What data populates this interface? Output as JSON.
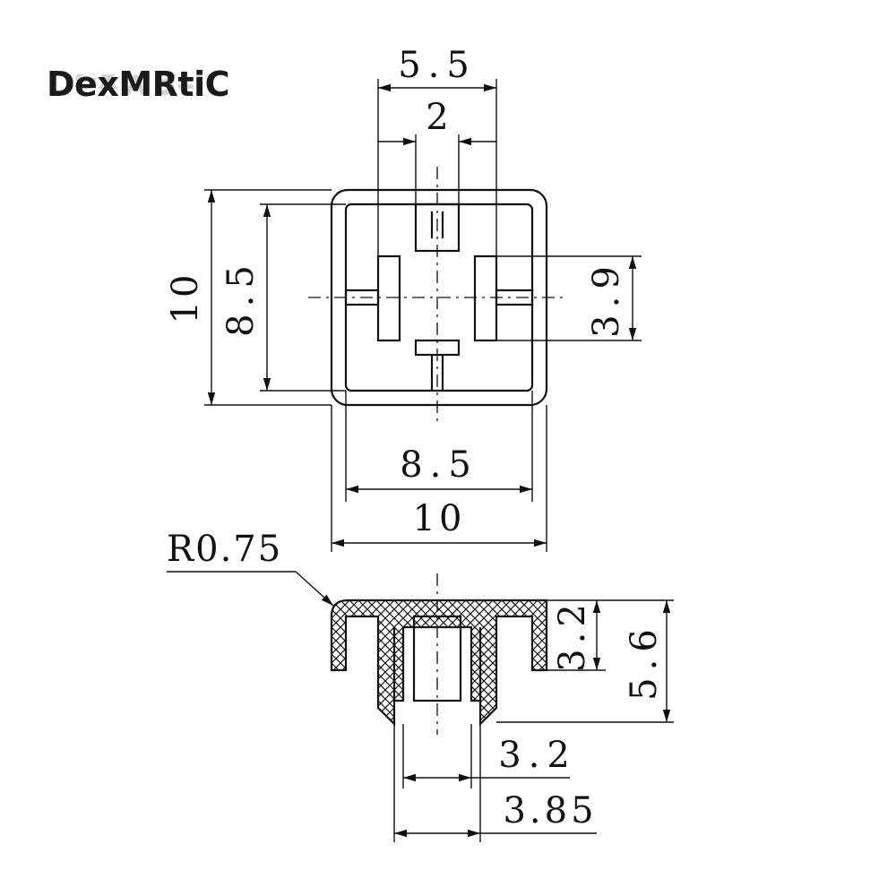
{
  "brand": {
    "name": "DexMRtiC"
  },
  "colors": {
    "line": "#111111",
    "background": "#ffffff"
  },
  "top_view": {
    "dims": {
      "width_top": "5.5",
      "stem_width": "2",
      "outer_height": "10",
      "inner_height": "8.5",
      "side_tab": "3.9",
      "inner_width": "8.5",
      "outer_width": "10"
    }
  },
  "side_view": {
    "dims": {
      "radius": "R0.75",
      "inner_depth": "3.2",
      "total_height": "5.6",
      "stem_inner": "3.2",
      "stem_outer": "3.85"
    }
  }
}
